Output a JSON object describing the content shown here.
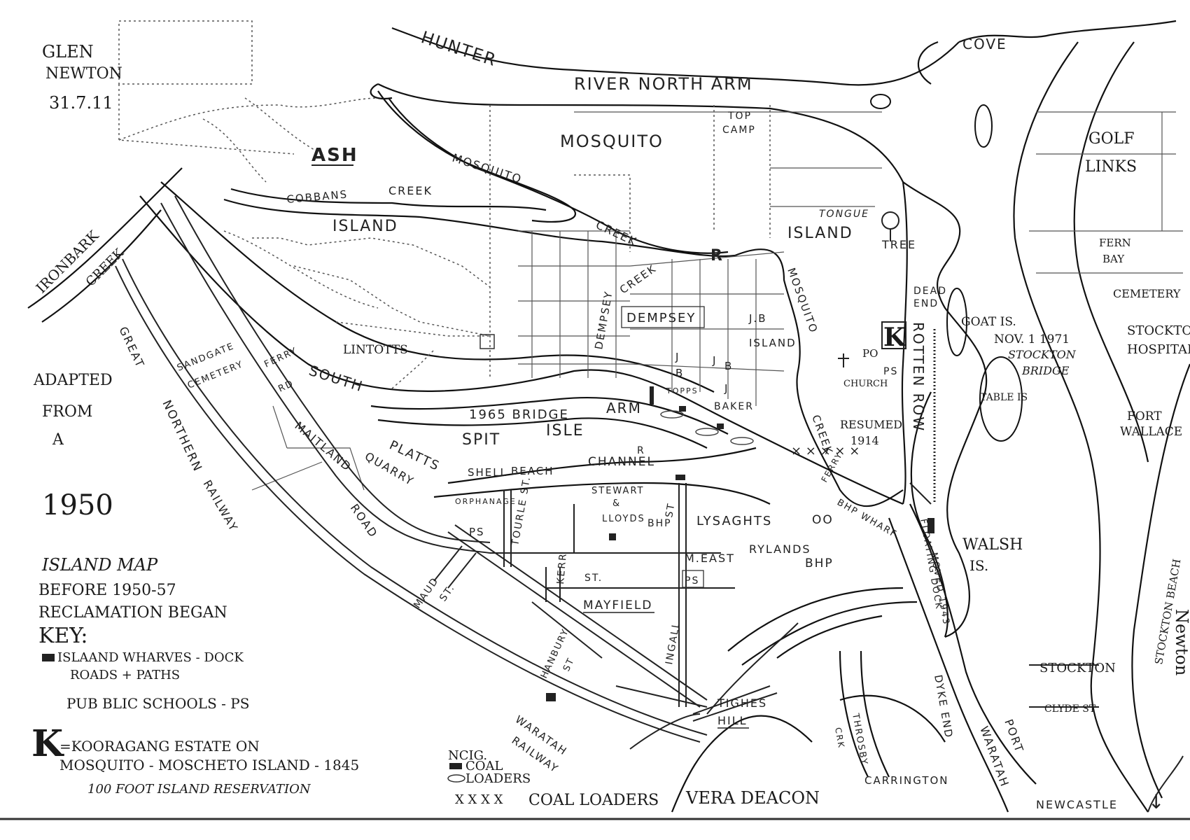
{
  "credit": {
    "line1": "GLEN",
    "line2": "NEWTON",
    "line3": "31.7.11"
  },
  "adapted": {
    "line1": "ADAPTED",
    "line2": "FROM",
    "line3": "A",
    "year": "1950"
  },
  "legend": {
    "title1": "ISLAND MAP",
    "title2": "BEFORE 1950-57",
    "title3": "RECLAMATION BEGAN",
    "key": "KEY:",
    "item1": "ISLAAND WHARVES - DOCK",
    "item2": "ROADS + PATHS",
    "item3": "PUB BLIC SCHOOLS - PS",
    "k_mark": "K",
    "k_line1": "=KOORAGANG ESTATE ON",
    "k_line2": "MOSQUITO - MOSCHETO ISLAND - 1845",
    "k_line3": "100 FOOT ISLAND RESERVATION",
    "ncig": "NCIG.",
    "coal": "COAL",
    "loaders": "LOADERS",
    "xxxx": "X X X X",
    "coal_loaders": "COAL LOADERS"
  },
  "labels": {
    "hunter": "HUNTER",
    "river_north_arm": "RIVER NORTH ARM",
    "cove": "COVE",
    "mosquito_big": "MOSQUITO",
    "top_camp1": "TOP",
    "top_camp2": "CAMP",
    "golf1": "GOLF",
    "golf2": "LINKS",
    "ash": "ASH",
    "mosquito_creek": "MOSQUITO",
    "creek1": "CREEK",
    "cobbans": "COBBANS",
    "island_left": "ISLAND",
    "creek2": "CREEK",
    "tongue": "TONGUE",
    "island_right": "ISLAND",
    "tree": "TREE",
    "fern1": "FERN",
    "fern2": "BAY",
    "ironbark": "IRONBARK",
    "creek3": "CREEK",
    "r1": "R",
    "creek4": "CREEK",
    "dempsey_v": "DEMPSEY",
    "dempsey": "DEMPSEY",
    "jb1": "J.B",
    "island_jb": "ISLAND",
    "mosquito_v": "MOSQUITO",
    "dead1": "DEAD",
    "dead2": "END",
    "k_map": "K",
    "goat": "GOAT IS.",
    "nov": "NOV. 1 1971",
    "stockton_bridge1": "STOCKTON",
    "stockton_bridge2": "BRIDGE",
    "cemetery": "CEMETERY",
    "stockton_h1": "STOCKTON",
    "stockton_h2": "HOSPITAL",
    "great": "GREAT",
    "sandgate": "SANDGATE",
    "cemetery2": "CEMETERY",
    "ferry": "FERRY",
    "rd": "RD",
    "lintotts": "LINTOTTS",
    "south": "SOUTH",
    "jb2": "J",
    "jb3": "B",
    "toppers": "TOPPS",
    "jb4": "J",
    "jb5": "B",
    "j6": "J",
    "baker": "BAKER",
    "po": "PO",
    "church": "CHURCH",
    "ps1": "PS",
    "rotten_row": "ROTTEN ROW",
    "table": "TABLE IS",
    "fort1": "FORT",
    "fort2": "WALLACE",
    "bridge1965": "1965 BRIDGE",
    "arm": "ARM",
    "spit": "SPIT",
    "isle": "ISLE",
    "resumed": "RESUMED",
    "year1914": "1914",
    "creek5": "CREEK",
    "northern": "NORTHERN",
    "maitland": "MAITLAND",
    "platts": "PLATTS",
    "quarry": "QUARRY",
    "shell": "SHELL",
    "beach": "BEACH",
    "channel": "CHANNEL",
    "r2": "R",
    "ferry2": "FERRY",
    "bhp_wharf": "BHP WHARF",
    "floating": "FLOATING DOCK",
    "orphanage": "ORPHANAGE",
    "tourle": "TOURLE ST.",
    "stewart1": "STEWART",
    "stewart2": "&",
    "stewart3": "LLOYDS",
    "bhp1": "BHP",
    "st1": "ST",
    "lysaghts": "LYSAGHTS",
    "oo": "OO",
    "walsh1": "WALSH",
    "walsh2": "IS.",
    "railway": "RAILWAY",
    "road": "ROAD",
    "ps2": "PS",
    "rylands": "RYLANDS",
    "bhp2": "BHP",
    "moved": "MOVED 1943",
    "meast": "M.EAST",
    "kerr": "KERR",
    "st2": "ST.",
    "ps3": "PS",
    "maud": "MAUD",
    "st3": "ST.",
    "mayfield": "MAYFIELD",
    "stockton_beach": "STOCKTON BEACH",
    "newton_v": "Newton",
    "hanbury": "HANBURY",
    "st4": "ST",
    "ingall": "INGALL",
    "stockton": "STOCKTON",
    "clyde": "CLYDE ST",
    "tighes": "TIGHES",
    "hill": "HILL",
    "throsby": "THROSBY",
    "crk": "CRK",
    "dyke": "DYKE END",
    "port": "PORT",
    "waratah_port": "WARATAH",
    "waratah1": "WARATAH",
    "waratah2": "RAILWAY",
    "carrington": "CARRINGTON",
    "vera": "VERA DEACON",
    "newcastle": "NEWCASTLE",
    "arrow": "↓"
  }
}
